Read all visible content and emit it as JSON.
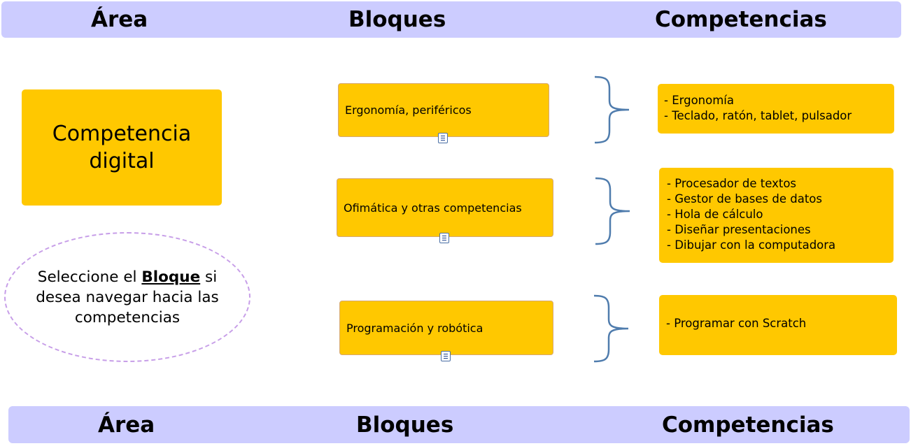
{
  "header_top": {
    "area": "Área",
    "bloques": "Bloques",
    "competencias": "Competencias"
  },
  "header_bottom": {
    "area": "Área",
    "bloques": "Bloques",
    "competencias": "Competencias"
  },
  "area": {
    "title": "Competencia digital"
  },
  "hint": {
    "prefix": "Seleccione el ",
    "bold": "Bloque",
    "suffix": " si desea navegar hacia las competencias"
  },
  "blocks": [
    {
      "label": "Ergonomía, periféricos"
    },
    {
      "label": "Ofimática y otras competencias"
    },
    {
      "label": "Programación y robótica"
    }
  ],
  "competencias": [
    [
      "- Ergonomía",
      "- Teclado, ratón, tablet, pulsador"
    ],
    [
      "- Procesador de textos",
      "- Gestor de bases de datos",
      "- Hola de cálculo",
      "- Diseñar presentaciones",
      "- Dibujar con la computadora"
    ],
    [
      "- Programar con Scratch"
    ]
  ],
  "colors": {
    "header_bg": "#ccccff",
    "box_fill": "#ffc800",
    "brace": "#4f7cad",
    "ellipse_border": "#c79ee8"
  },
  "icons": {
    "block_link": "document-icon",
    "connector": "curly-brace-icon"
  }
}
